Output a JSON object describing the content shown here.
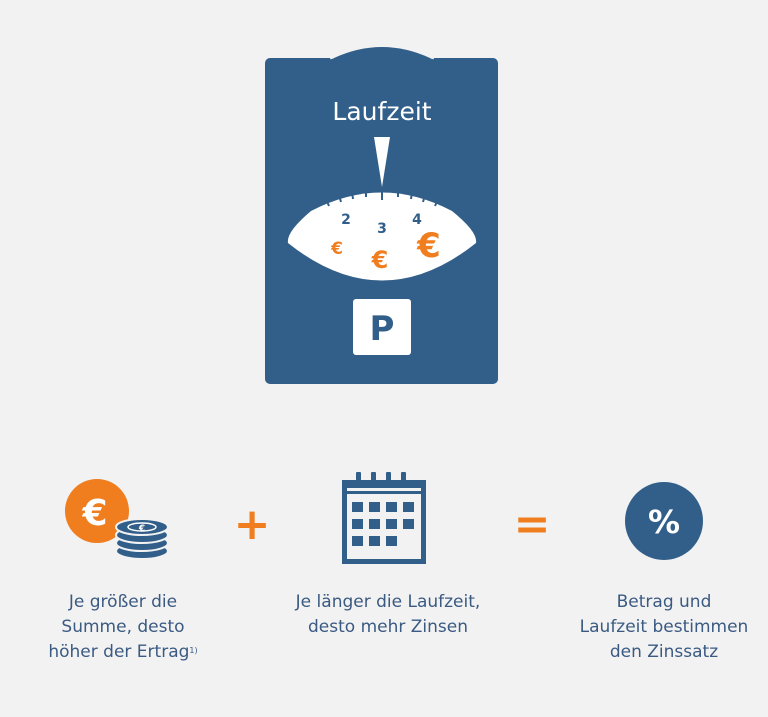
{
  "disc": {
    "title": "Laufzeit",
    "scale": [
      "2",
      "3",
      "4"
    ],
    "euro_symbol": "€",
    "parking_letter": "P"
  },
  "equation": {
    "plus": "+",
    "equals": "=",
    "percent": "%"
  },
  "captions": {
    "amount": {
      "lines": [
        "Je größer die",
        "Summe, desto",
        "höher der Ertrag"
      ],
      "footnote": "1)"
    },
    "duration": {
      "lines": [
        "Je länger die Laufzeit,",
        "desto mehr Zinsen"
      ]
    },
    "rate": {
      "lines": [
        "Betrag und",
        "Laufzeit bestimmen",
        "den Zinssatz"
      ]
    }
  },
  "colors": {
    "navy": "#325f8a",
    "orange": "#f07d1e",
    "background": "#f2f2f2",
    "caption_text": "#3a5a82"
  }
}
